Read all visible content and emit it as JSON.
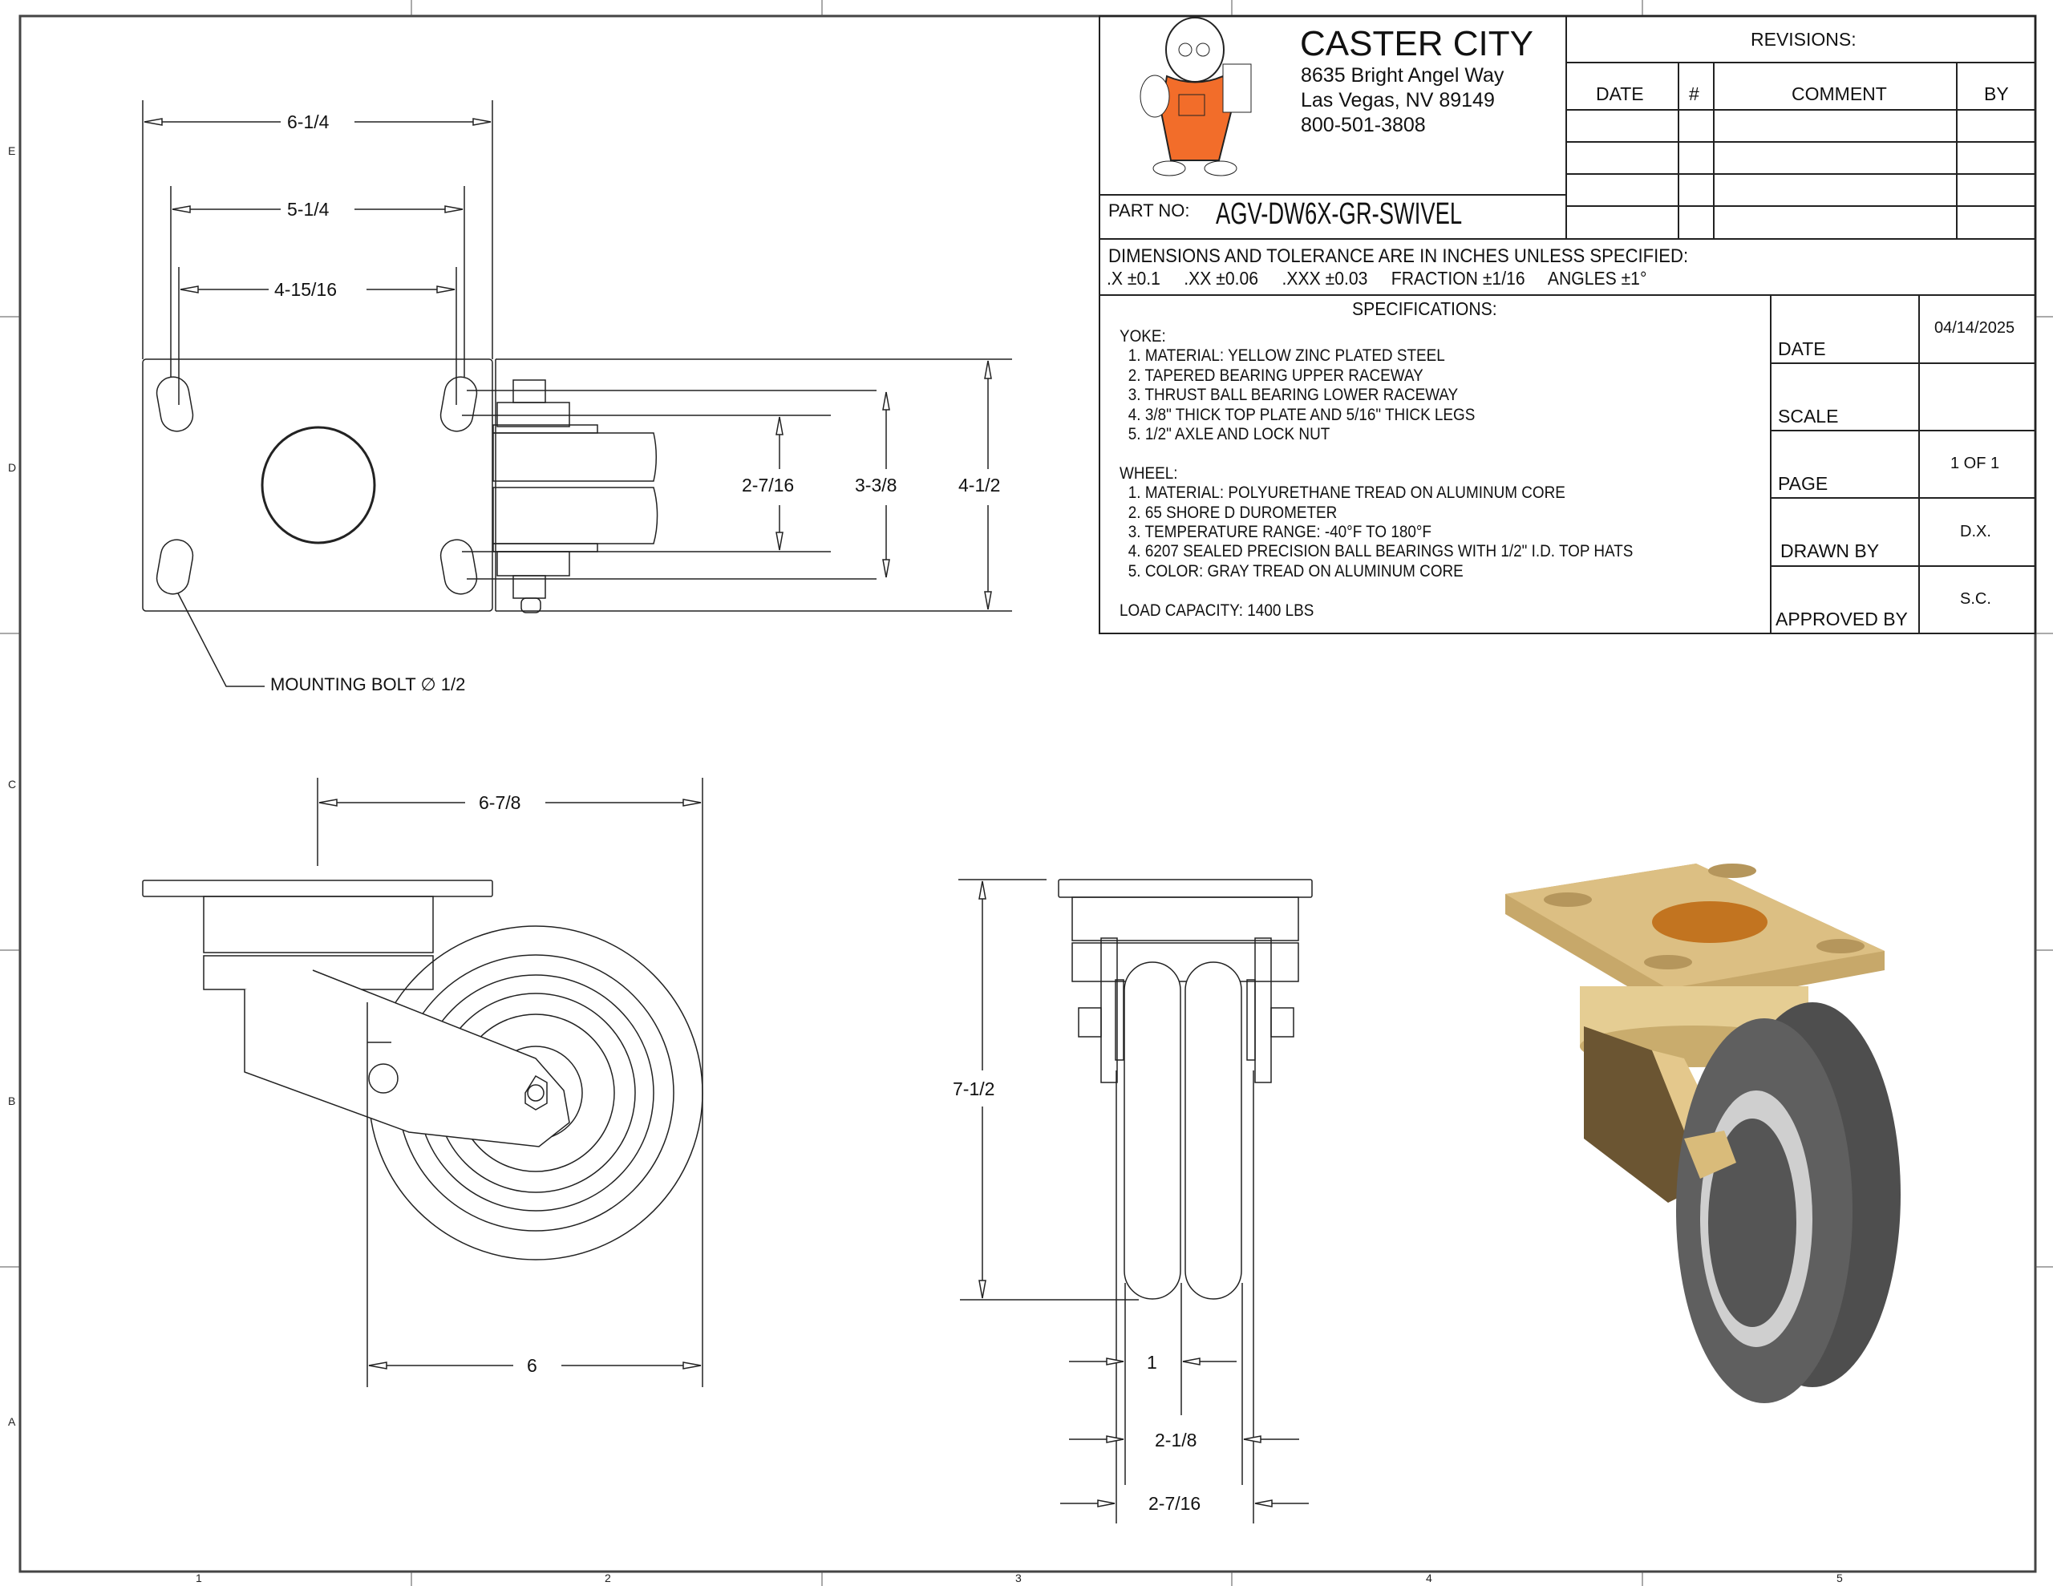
{
  "company": {
    "name": "CASTER CITY",
    "address_line1": "8635 Bright Angel Way",
    "address_line2": "Las Vegas, NV 89149",
    "phone": "800-501-3808",
    "logo": "mascot-in-orange-overalls"
  },
  "part": {
    "label": "PART NO:",
    "number": "AGV-DW6X-GR-SWIVEL"
  },
  "revisions": {
    "title": "REVISIONS:",
    "columns": [
      "DATE",
      "#",
      "COMMENT",
      "BY"
    ],
    "rows": [
      [
        "",
        "",
        "",
        ""
      ],
      [
        "",
        "",
        "",
        ""
      ],
      [
        "",
        "",
        "",
        ""
      ],
      [
        "",
        "",
        "",
        ""
      ]
    ]
  },
  "tolerance": {
    "line1": "DIMENSIONS AND TOLERANCE ARE IN INCHES UNLESS SPECIFIED:",
    "items": [
      ".X  ±0.1",
      ".XX  ±0.06",
      ".XXX  ±0.03",
      "FRACTION  ±1/16",
      "ANGLES  ±1°"
    ]
  },
  "specifications": {
    "title": "SPECIFICATIONS:",
    "yoke_heading": "YOKE:",
    "yoke": [
      "1. MATERIAL: YELLOW ZINC PLATED STEEL",
      "2. TAPERED BEARING UPPER RACEWAY",
      "3. THRUST BALL BEARING LOWER RACEWAY",
      "4. 3/8\" THICK TOP PLATE AND 5/16\" THICK LEGS",
      "5. 1/2\" AXLE AND LOCK NUT"
    ],
    "wheel_heading": "WHEEL:",
    "wheel": [
      "1. MATERIAL: POLYURETHANE TREAD ON ALUMINUM CORE",
      "2. 65 SHORE D DUROMETER",
      "3. TEMPERATURE RANGE: -40°F TO 180°F",
      "4. 6207 SEALED PRECISION BALL BEARINGS WITH 1/2\" I.D. TOP HATS",
      "5. COLOR: GRAY TREAD ON ALUMINUM CORE"
    ],
    "load_capacity": "LOAD CAPACITY: 1400 LBS"
  },
  "info_block": [
    {
      "label": "DATE",
      "value": "04/14/2025"
    },
    {
      "label": "SCALE",
      "value": ""
    },
    {
      "label": "PAGE",
      "value": "1 OF 1"
    },
    {
      "label": "DRAWN BY",
      "value": "D.X."
    },
    {
      "label": "APPROVED BY",
      "value": "S.C."
    }
  ],
  "dimensions": {
    "top_view": {
      "plate_length": "6-1/4",
      "bolt_spacing_outer": "5-1/4",
      "bolt_spacing_inner": "4-15/16",
      "wheel_span": "2-7/16",
      "bolt_spacing_width": "3-3/8",
      "plate_width": "4-1/2",
      "mounting_bolt": "MOUNTING BOLT",
      "mounting_bolt_symbol": "∅",
      "mounting_bolt_size": "1/2"
    },
    "side_view": {
      "swivel_radius": "6-7/8",
      "wheel_diameter": "6"
    },
    "front_view": {
      "overall_height": "7-1/2",
      "tread_width": "1",
      "wheel_pair_width": "2-1/8",
      "overall_width": "2-7/16"
    }
  },
  "render_colors": {
    "yoke_gold": "#d9b877",
    "yoke_shadow": "#7a6236",
    "kingpin_orange": "#c87a2c",
    "tread_gray": "#5f5f5f",
    "core_light": "#d7d7d7",
    "line": "#222222"
  },
  "border": {
    "columns": [
      "1",
      "2",
      "3",
      "4",
      "5"
    ],
    "rows": [
      "E",
      "D",
      "C",
      "B",
      "A"
    ]
  }
}
